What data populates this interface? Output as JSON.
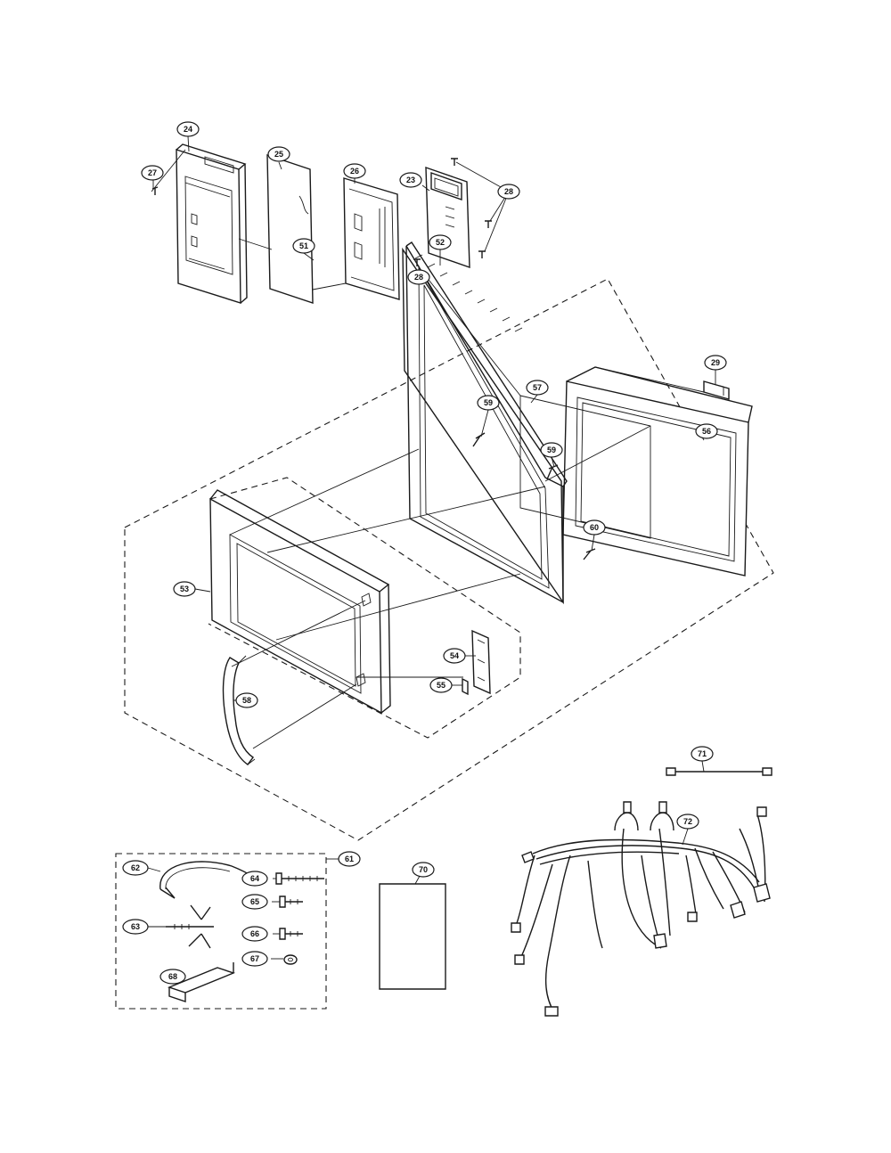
{
  "diagram": {
    "callouts": [
      {
        "id": "24",
        "label": "24"
      },
      {
        "id": "25",
        "label": "25"
      },
      {
        "id": "26",
        "label": "26"
      },
      {
        "id": "23",
        "label": "23"
      },
      {
        "id": "27",
        "label": "27"
      },
      {
        "id": "28a",
        "label": "28"
      },
      {
        "id": "28b",
        "label": "28"
      },
      {
        "id": "29",
        "label": "29"
      },
      {
        "id": "51",
        "label": "51"
      },
      {
        "id": "52",
        "label": "52"
      },
      {
        "id": "59a",
        "label": "59"
      },
      {
        "id": "57",
        "label": "57"
      },
      {
        "id": "56",
        "label": "56"
      },
      {
        "id": "59b",
        "label": "59"
      },
      {
        "id": "60",
        "label": "60"
      },
      {
        "id": "53",
        "label": "53"
      },
      {
        "id": "54",
        "label": "54"
      },
      {
        "id": "55",
        "label": "55"
      },
      {
        "id": "58",
        "label": "58"
      },
      {
        "id": "71",
        "label": "71"
      },
      {
        "id": "72",
        "label": "72"
      },
      {
        "id": "61",
        "label": "61"
      },
      {
        "id": "62",
        "label": "62"
      },
      {
        "id": "64",
        "label": "64"
      },
      {
        "id": "65",
        "label": "65"
      },
      {
        "id": "63",
        "label": "63"
      },
      {
        "id": "66",
        "label": "66"
      },
      {
        "id": "67",
        "label": "67"
      },
      {
        "id": "68",
        "label": "68"
      },
      {
        "id": "70",
        "label": "70"
      }
    ]
  }
}
